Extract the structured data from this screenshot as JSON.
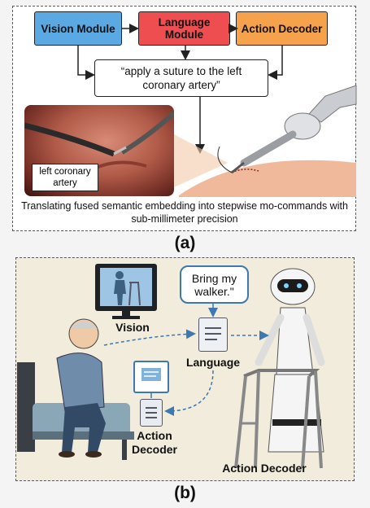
{
  "panel_a": {
    "label": "(a)",
    "vision_module": "Vision Module",
    "language_module": "Language Module",
    "action_decoder": "Action Decoder",
    "instruction": "“apply a suture to the left coronary artery”",
    "artery_label": "left coronary artery",
    "caption": "Translating fused semantic embedding into stepwise mo-commands with sub-millimeter precision",
    "colors": {
      "vision": "#5aa9e3",
      "language": "#ef4e50",
      "action": "#f6a14b"
    }
  },
  "panel_b": {
    "label": "(b)",
    "speech": "Bring my walker.\"",
    "vision_label": "Vision",
    "language_label": "Language",
    "action_decoder_small": "Action Decoder",
    "action_decoder_big": "Action Decoder",
    "icons": [
      "monitor-icon",
      "document-icon",
      "chat-icon",
      "decoder-icon",
      "robot-icon",
      "walker-icon",
      "elderly-person-icon",
      "bed-icon"
    ]
  }
}
